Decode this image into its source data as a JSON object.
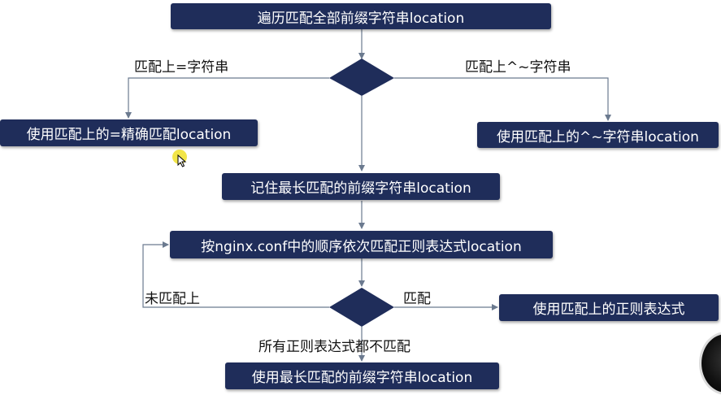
{
  "nodes": {
    "start": "遍历匹配全部前缀字符串location",
    "exact": "使用匹配上的=精确匹配location",
    "caret": "使用匹配上的^~字符串location",
    "remember": "记住最长匹配的前缀字符串location",
    "regex_order": "按nginx.conf中的顺序依次匹配正则表达式location",
    "use_regex": "使用匹配上的正则表达式",
    "use_longest": "使用最长匹配的前缀字符串location"
  },
  "labels": {
    "eq_match": "匹配上=字符串",
    "caret_match": "匹配上^~字符串",
    "not_matched": "未匹配上",
    "matched": "匹配",
    "none_match": "所有正则表达式都不匹配"
  },
  "colors": {
    "node_fill": "#1f2d5a",
    "node_text": "#ffffff",
    "line": "#6b7a8f"
  }
}
